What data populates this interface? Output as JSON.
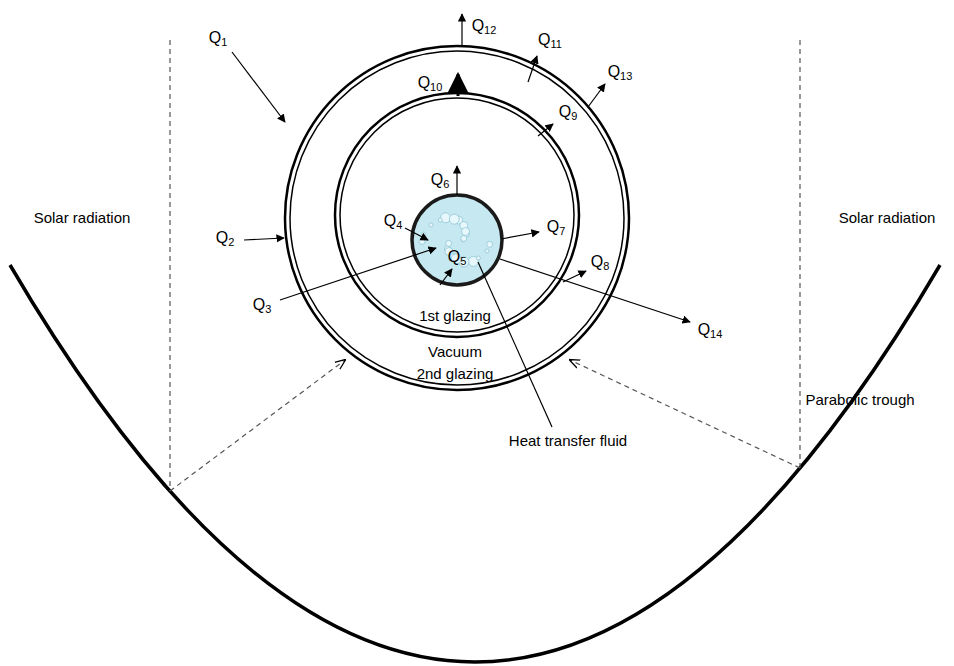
{
  "diagram": {
    "labels": [
      "Q1",
      "Q2",
      "Q3",
      "Q4",
      "Q5",
      "Q6",
      "Q7",
      "Q8",
      "Q9",
      "Q10",
      "Q11",
      "Q12",
      "Q13",
      "Q14",
      "Solar radiation",
      "Solar radiation",
      "1st glazing",
      "Vacuum",
      "2nd glazing",
      "Heat transfer fluid",
      "Parabolic trough"
    ]
  }
}
